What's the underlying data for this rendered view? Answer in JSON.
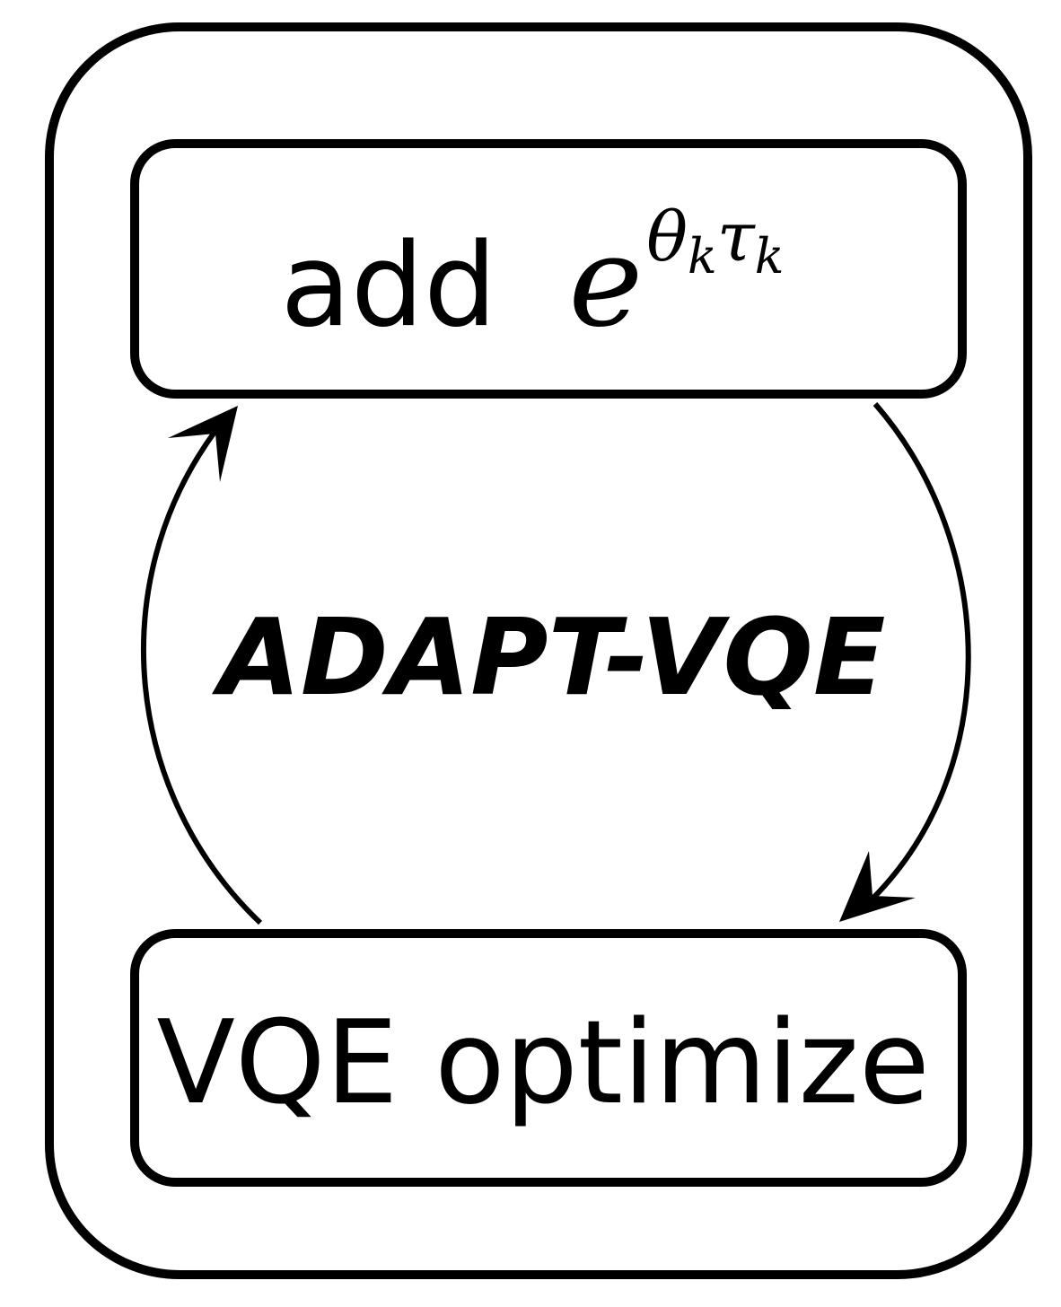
{
  "diagram": {
    "title": "ADAPT-VQE",
    "top_box": {
      "prefix": "add",
      "math_base": "e",
      "math_sup_1": "θ",
      "math_sub_1": "k",
      "math_sup_2": "τ",
      "math_sub_2": "k"
    },
    "bottom_box": {
      "label": "VQE optimize"
    },
    "colors": {
      "stroke": "#000000",
      "background": "#ffffff"
    },
    "arrows": [
      {
        "from": "top_box",
        "to": "bottom_box",
        "side": "right"
      },
      {
        "from": "bottom_box",
        "to": "top_box",
        "side": "left"
      }
    ]
  }
}
